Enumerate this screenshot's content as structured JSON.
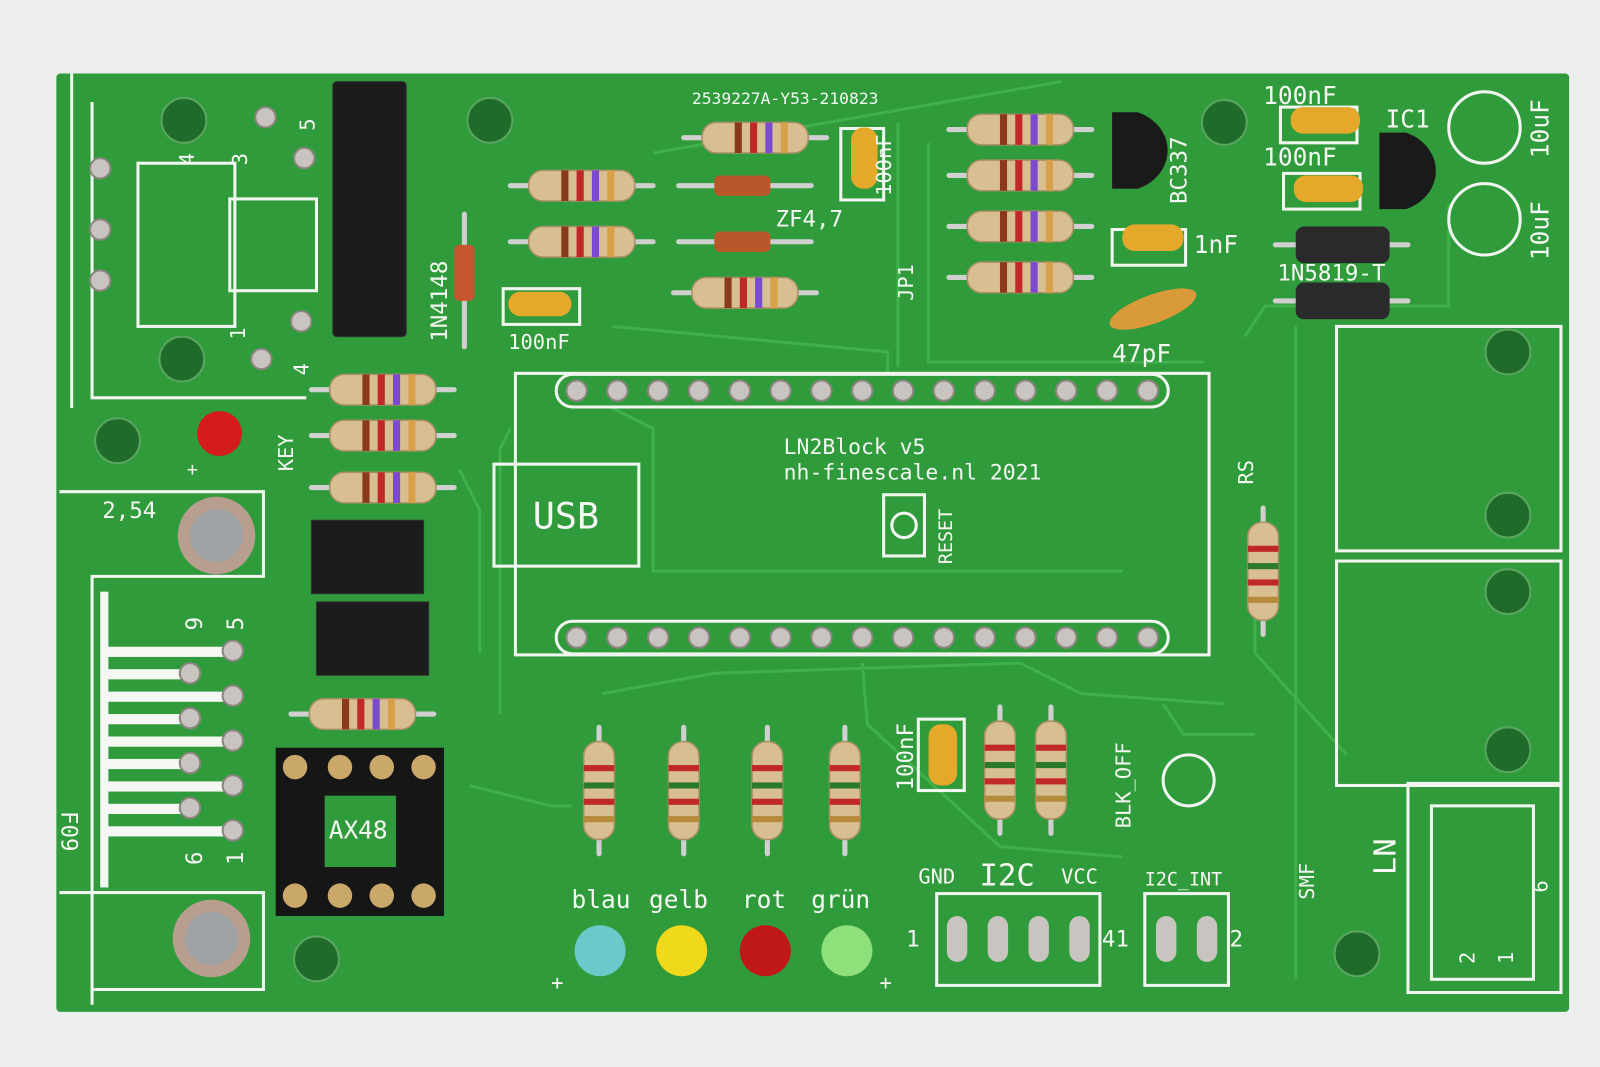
{
  "board": {
    "colors": {
      "board": "#2f9b3b",
      "silkscreen": "#f4f7f2",
      "background": "#eceeed",
      "trace": "#3fb04a"
    },
    "order_code": "2539227A-Y53-210823",
    "title_line1": "LN2Block v5",
    "title_line2": "nh-finescale.nl 2021",
    "usb_label": "USB",
    "reset_label": "RESET",
    "labels": {
      "c_100nf_top": "100nF",
      "c_100nf_right1": "100nF",
      "c_100nf_right2": "100nF",
      "c_100nf_left": "100nF",
      "c_100nf_bottom": "100nF",
      "c_10uf_1": "10uF",
      "c_10uf_2": "10uF",
      "c_1nf": "1nF",
      "c_47pf": "47pF",
      "ic1": "IC1",
      "bc337": "BC337",
      "zf": "ZF4,7",
      "jp1": "JP1",
      "d_1n4148": "1N4148",
      "d_1n5819": "1N5819-T",
      "rs": "RS",
      "key": "KEY",
      "plus_key": "+",
      "pitch": "2,54",
      "opto": "AX48",
      "f09": "F09",
      "pin9": "9",
      "pin5": "5",
      "pin6": "6",
      "pin1": "1",
      "conn_4": "4",
      "conn_3": "3",
      "conn_5": "5",
      "conn_1": "1",
      "conn_4b": "4",
      "blk_off": "BLK_OFF",
      "smf": "SMF",
      "ln": "LN",
      "ln_6": "6",
      "ln_2": "2",
      "ln_1": "1",
      "gnd": "GND",
      "i2c": "I2C",
      "vcc": "VCC",
      "i2c_1": "1",
      "i2c_41": "41",
      "i2c_int": "I2C_INT",
      "i2c_int_2": "2",
      "led_plus_left": "+",
      "led_plus_right": "+"
    },
    "leds": [
      {
        "label": "blau",
        "color": "#6cc9c9"
      },
      {
        "label": "gelb",
        "color": "#f0d81a"
      },
      {
        "label": "rot",
        "color": "#c01818"
      },
      {
        "label": "grün",
        "color": "#8fe07a"
      }
    ],
    "key_led_color": "#d41c1c"
  }
}
